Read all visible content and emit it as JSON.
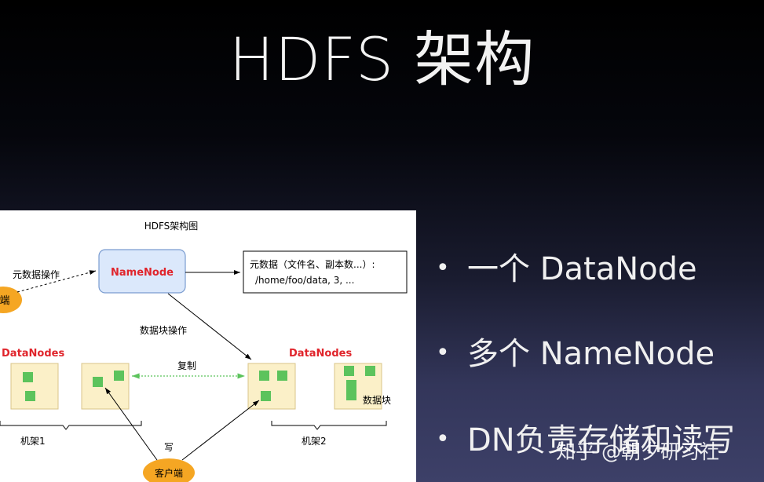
{
  "slide": {
    "title": "HDFS 架构"
  },
  "diagram": {
    "caption": "HDFS架构图",
    "namenode": "NameNode",
    "metadata_line1": "元数据（文件名、副本数...）:",
    "metadata_line2": "/home/foo/data, 3, ...",
    "metadata_ops": "元数据操作",
    "client_partial": "端",
    "block_ops": "数据块操作",
    "datanodes_left": "DataNodes",
    "datanodes_right": "DataNodes",
    "replicate": "复制",
    "data_block": "数据块",
    "rack1": "机架1",
    "rack2": "机架2",
    "write": "写",
    "client": "客户端"
  },
  "bullets": [
    "一个 DataNode",
    "多个 NameNode",
    "DN负责存储和读写"
  ],
  "watermark": "知乎 @朝夕研习社",
  "colors": {
    "node_fill": "#fbf0c8",
    "block_green": "#5cc35c",
    "namenode_fill": "#dbe8fb",
    "client_fill": "#f5a623",
    "label_red": "#e0242b"
  }
}
